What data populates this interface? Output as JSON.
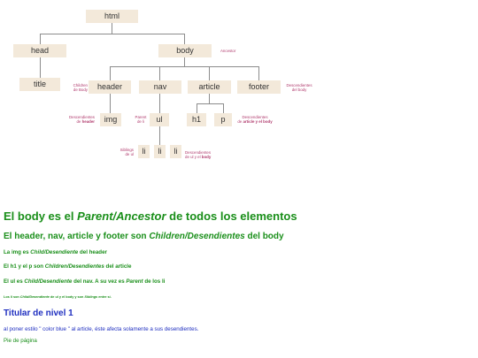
{
  "tree": {
    "nodes": {
      "html": "html",
      "head": "head",
      "body": "body",
      "title": "title",
      "header": "header",
      "nav": "nav",
      "article": "article",
      "footer": "footer",
      "img": "img",
      "ul": "ul",
      "h1": "h1",
      "p": "p",
      "li": "li"
    },
    "annotations": {
      "ancestor": "Ancestor",
      "children_line1": "Children",
      "children_line2": "de Body",
      "desc_body_line1": "Descendientes",
      "desc_body_line2": "del body",
      "desc_header_line1": "Descendientes",
      "desc_header_pre": "de ",
      "desc_header_bold": "header",
      "parent_line1": "Parent",
      "parent_line2": "de li",
      "desc_article_line1": "Descendientes",
      "desc_article_pre": "de ",
      "desc_article_bold": "article y el body",
      "siblings_line1": "Siblings",
      "siblings_line2": "de ul",
      "desc_ul_line1": "Descendientes",
      "desc_ul_pre": "de ul y el ",
      "desc_ul_bold": "body"
    },
    "colors": {
      "node_fill": "#f3e9da",
      "annotation": "#b03a6d",
      "connector": "#8c8c8c"
    }
  },
  "content": {
    "title1_pre": "El body es el ",
    "title1_em": "Parent/Ancestor",
    "title1_post": " de todos los elementos",
    "title2_pre": "El header, nav, article y footer son ",
    "title2_em": "Children/Desendientes",
    "title2_post": " del body",
    "p1_pre": "La img es ",
    "p1_em": "Child/Desendiente",
    "p1_post": " del header",
    "p2_pre": "El h1 y el p son ",
    "p2_em": "Children/Desendientes",
    "p2_post": " del article",
    "p3_pre": "El ul es ",
    "p3_em": "Child/Desendiente",
    "p3_mid": " del nav. A su vez es ",
    "p3_em2": "Parent",
    "p3_post": " de los li",
    "p4_pre": "Los li son ",
    "p4_em": "Child/Desendiente",
    "p4_mid": " de ul y el body y son ",
    "p4_em2": "Siblings",
    "p4_post": " entre sí.",
    "article_heading": "Titular de nivel 1",
    "article_text": "al poner estilo \" color blue \" al article, éste afecta solamente a sus desendientes.",
    "footer_text": "Pie de página",
    "colors": {
      "green": "#1a8f1a",
      "blue": "#1f2fc0"
    }
  }
}
